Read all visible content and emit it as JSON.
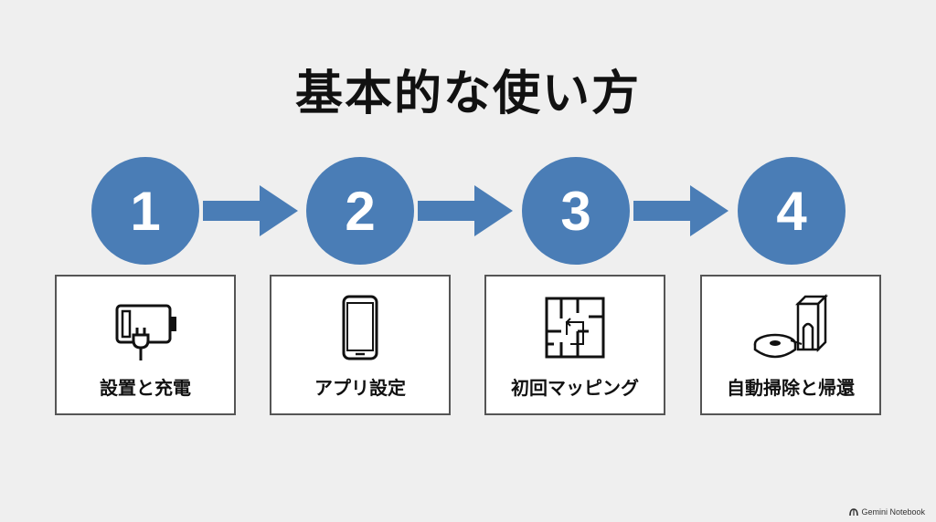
{
  "title": "基本的な使い方",
  "steps": [
    {
      "number": "1",
      "label": "設置と充電",
      "icon": "battery-plug-icon"
    },
    {
      "number": "2",
      "label": "アプリ設定",
      "icon": "smartphone-icon"
    },
    {
      "number": "3",
      "label": "初回マッピング",
      "icon": "floor-map-icon"
    },
    {
      "number": "4",
      "label": "自動掃除と帰還",
      "icon": "robot-vacuum-dock-icon"
    }
  ],
  "footer": {
    "brand": "Gemini Notebook"
  },
  "colors": {
    "accent": "#4a7db6",
    "background": "#efefef",
    "card_border": "#555555"
  }
}
